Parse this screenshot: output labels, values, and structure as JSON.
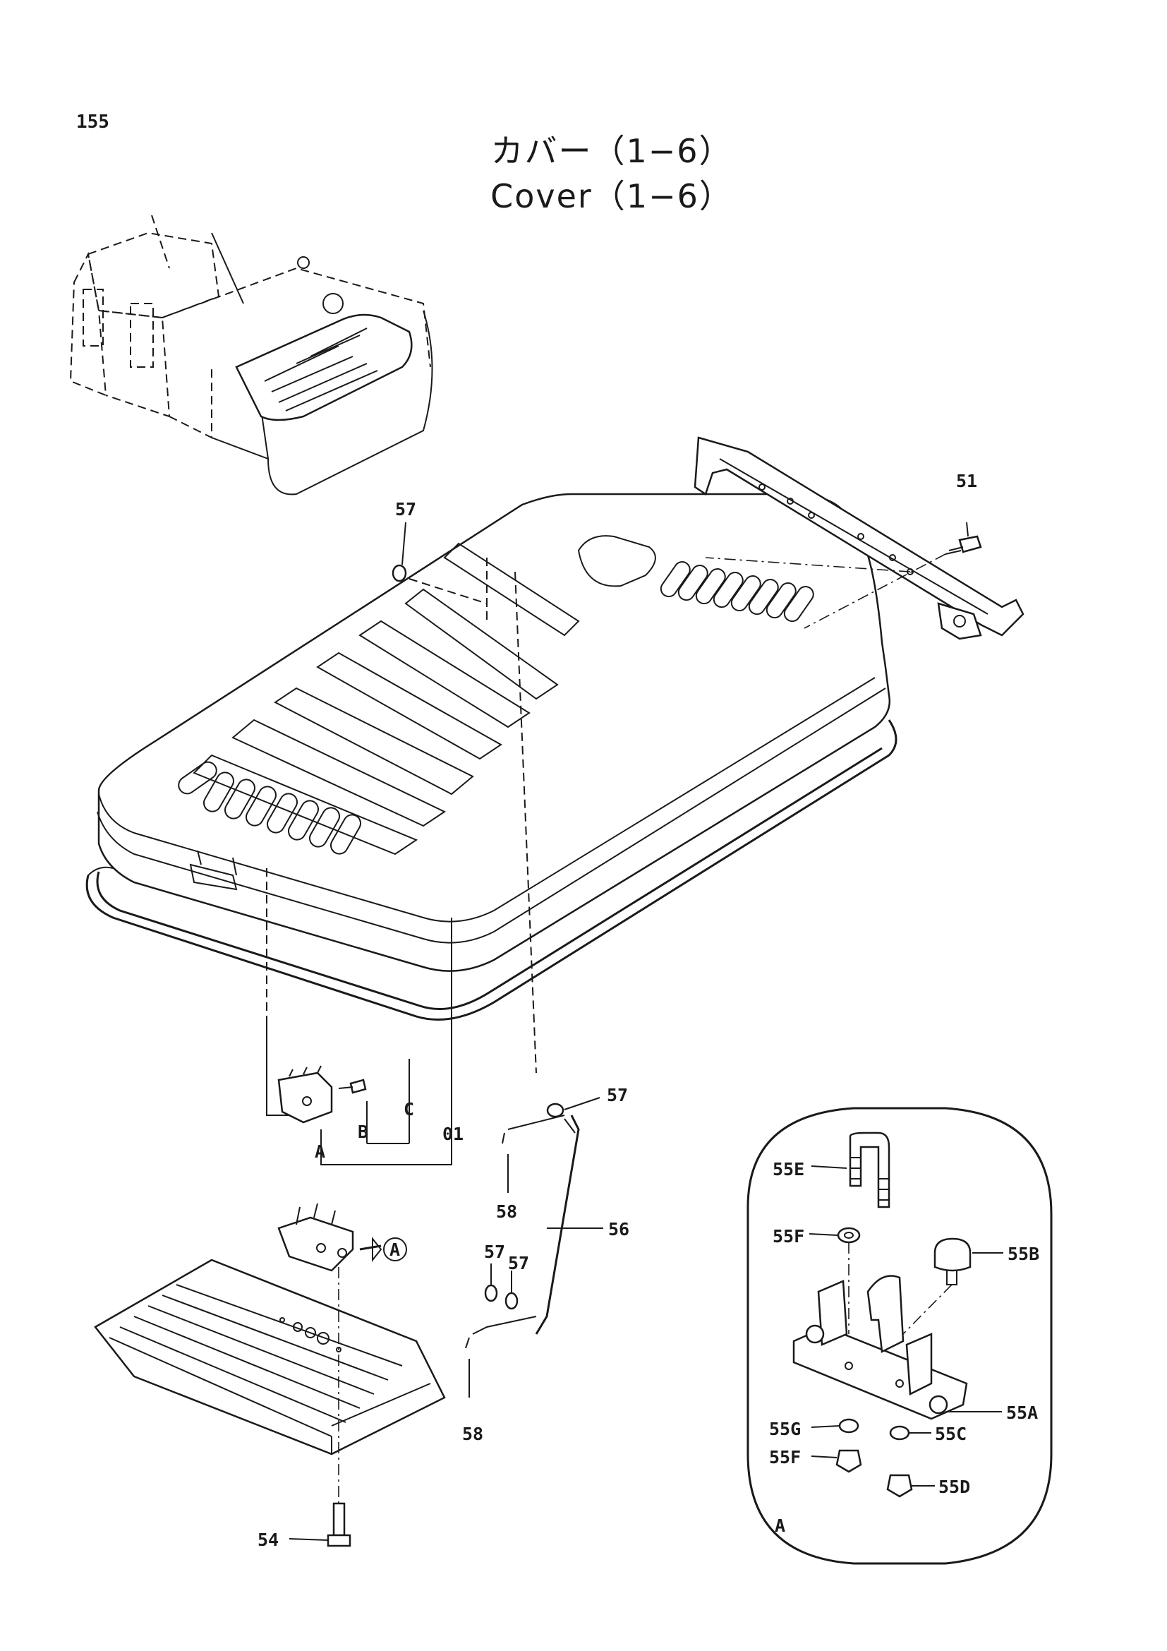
{
  "page_number": "155",
  "title_jp": "カバー（1−6）",
  "title_en": "Cover（1−6）",
  "callouts": {
    "p01": "01",
    "p51": "51",
    "p54": "54",
    "p55A": "55A",
    "p55B": "55B",
    "p55C": "55C",
    "p55D": "55D",
    "p55E": "55E",
    "p55F_top": "55F",
    "p55F_bottom": "55F",
    "p55G": "55G",
    "p56": "56",
    "p57_top": "57",
    "p57_right": "57",
    "p57_mid_a": "57",
    "p57_mid_b": "57",
    "p58_top": "58",
    "p58_bottom": "58",
    "ref_a_label": "A",
    "ref_b_label": "B",
    "ref_c_label": "C",
    "ref_a_marker": "A",
    "detail_label": "A"
  }
}
